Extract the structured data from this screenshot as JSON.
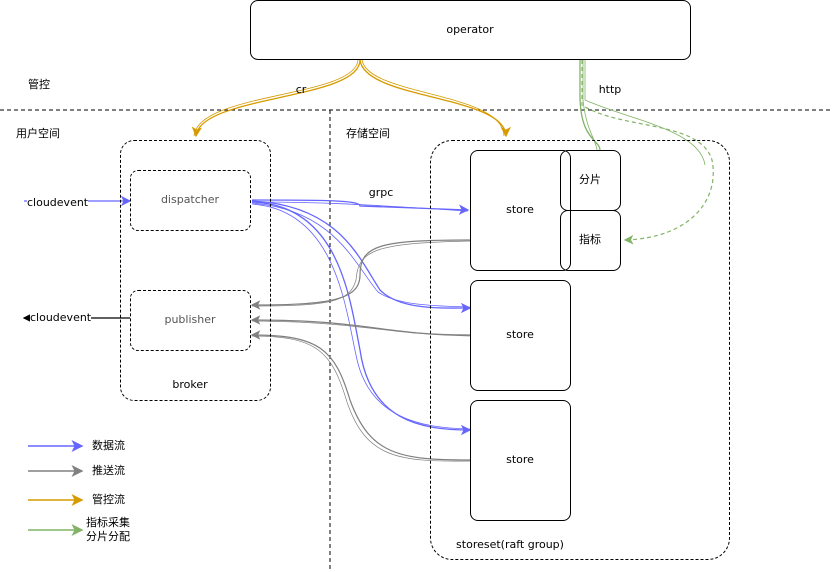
{
  "labels": {
    "operator": "operator",
    "manage": "管控",
    "cr": "cr",
    "http": "http",
    "user_space": "用户空间",
    "storage_space": "存储空间",
    "dispatcher": "dispatcher",
    "publisher": "publisher",
    "broker": "broker",
    "cloudevent_in": "cloudevent",
    "cloudevent_out": "cloudevent",
    "grpc": "grpc",
    "store": "store",
    "shard": "分片",
    "metrics": "指标",
    "storeset": "storeset(raft group)"
  },
  "legend": [
    {
      "label": "数据流",
      "color": "#6666ff"
    },
    {
      "label": "推送流",
      "color": "#808080"
    },
    {
      "label": "管控流",
      "color": "#d79b00"
    },
    {
      "label": "指标采集\n分片分配",
      "color": "#82b366"
    }
  ],
  "colors": {
    "data_flow": "#6666ff",
    "push_flow": "#808080",
    "control_flow": "#d79b00",
    "metrics_flow": "#82b366"
  }
}
